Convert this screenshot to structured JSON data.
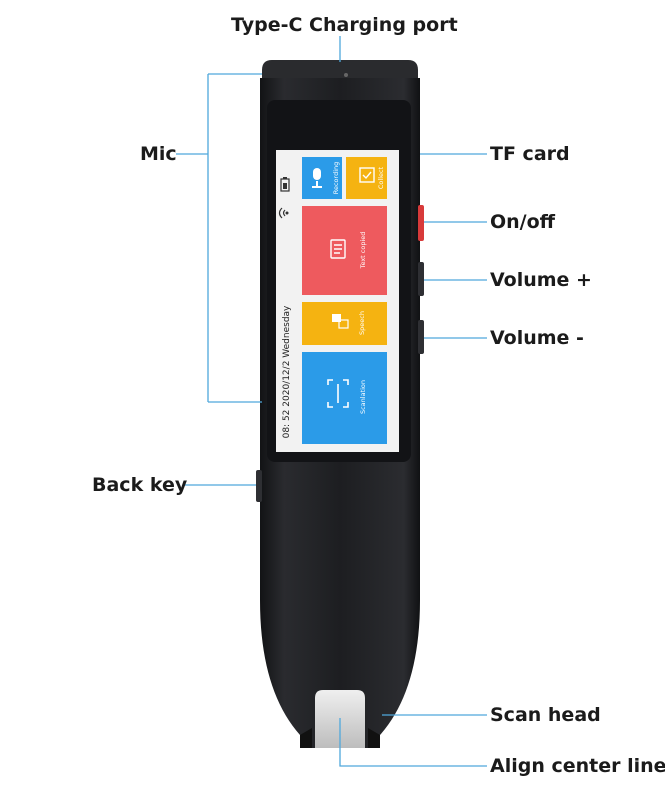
{
  "labels": {
    "charging_port": "Type-C Charging port",
    "mic": "Mic",
    "tf_card": "TF card",
    "on_off": "On/off",
    "volume_plus": "Volume +",
    "volume_minus": "Volume -",
    "back_key": "Back key",
    "scan_head": "Scan head",
    "align_center_line": "Align center line"
  },
  "screen": {
    "datetime": "08: 52   2020/12/2 Wednesday",
    "tiles": {
      "recording": "Recording",
      "collect": "Collect",
      "text_copied": "Text copied",
      "speech": "Speech",
      "scanlation": "Scanlation"
    }
  },
  "colors": {
    "leader_line": "#4fa8dc",
    "device_body": "#1e1f22",
    "screen_bg": "#f2f2f2",
    "tile_blue": "#2b9be8",
    "tile_yellow": "#f5b311",
    "tile_red": "#ee5a5e",
    "power_button": "#d83a3a",
    "scan_head": "#d9d9d9"
  },
  "icons": [
    "battery-icon",
    "wifi-icon",
    "microphone-icon",
    "folder-icon",
    "document-icon",
    "speech-icon",
    "scan-frame-icon"
  ]
}
